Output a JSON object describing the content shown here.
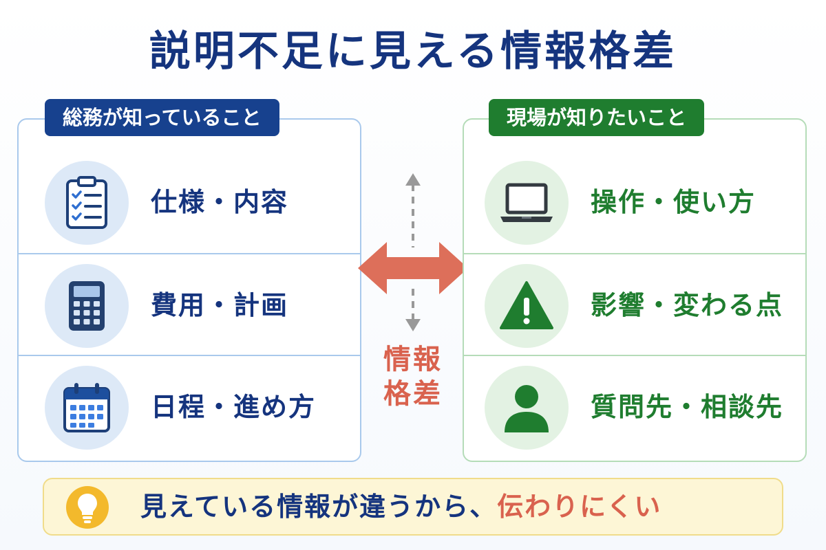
{
  "title": "説明不足に見える情報格差",
  "left_panel": {
    "header": "総務が知っていること",
    "items": [
      {
        "label": "仕様・内容",
        "icon": "clipboard-checklist-icon"
      },
      {
        "label": "費用・計画",
        "icon": "calculator-icon"
      },
      {
        "label": "日程・進め方",
        "icon": "calendar-icon"
      }
    ]
  },
  "right_panel": {
    "header": "現場が知りたいこと",
    "items": [
      {
        "label": "操作・使い方",
        "icon": "laptop-icon"
      },
      {
        "label": "影響・変わる点",
        "icon": "warning-icon"
      },
      {
        "label": "質問先・相談先",
        "icon": "person-icon"
      }
    ]
  },
  "gap": {
    "line1": "情報",
    "line2": "格差"
  },
  "banner": {
    "icon": "lightbulb-icon",
    "text_main": "見えている情報が違うから、",
    "text_emphasis": "伝わりにくい"
  },
  "colors": {
    "navy": "#15347e",
    "green": "#1f7d2f",
    "accent_red": "#d9624e",
    "banner_yellow": "#fdf6d6"
  }
}
